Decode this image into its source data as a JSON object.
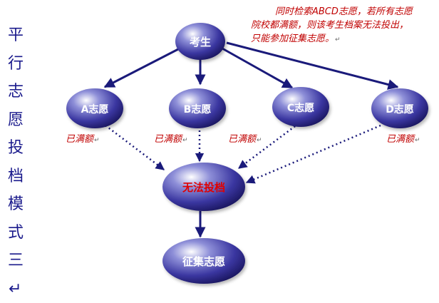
{
  "title_chars": [
    "平",
    "行",
    "志",
    "愿",
    "投",
    "档",
    "模",
    "式",
    "三"
  ],
  "note_lines": [
    "同时检索ABCD志愿，若所有志愿",
    "院校都满额，则该考生档案无法投出，",
    "只能参加征集志愿。"
  ],
  "nodes": {
    "student": "考生",
    "a": "A志愿",
    "b": "B志愿",
    "c": "C志愿",
    "d": "D志愿",
    "fail": "无法投档",
    "collect": "征集志愿"
  },
  "full_labels": [
    "已满额",
    "已满额",
    "已满额",
    "已满额"
  ],
  "return_mark": "↵",
  "colors": {
    "title": "#1a1a8c",
    "note": "#c00000",
    "arrow": "#1a1a7a",
    "node_text": "#ffffff",
    "fail_text": "#e00000"
  }
}
